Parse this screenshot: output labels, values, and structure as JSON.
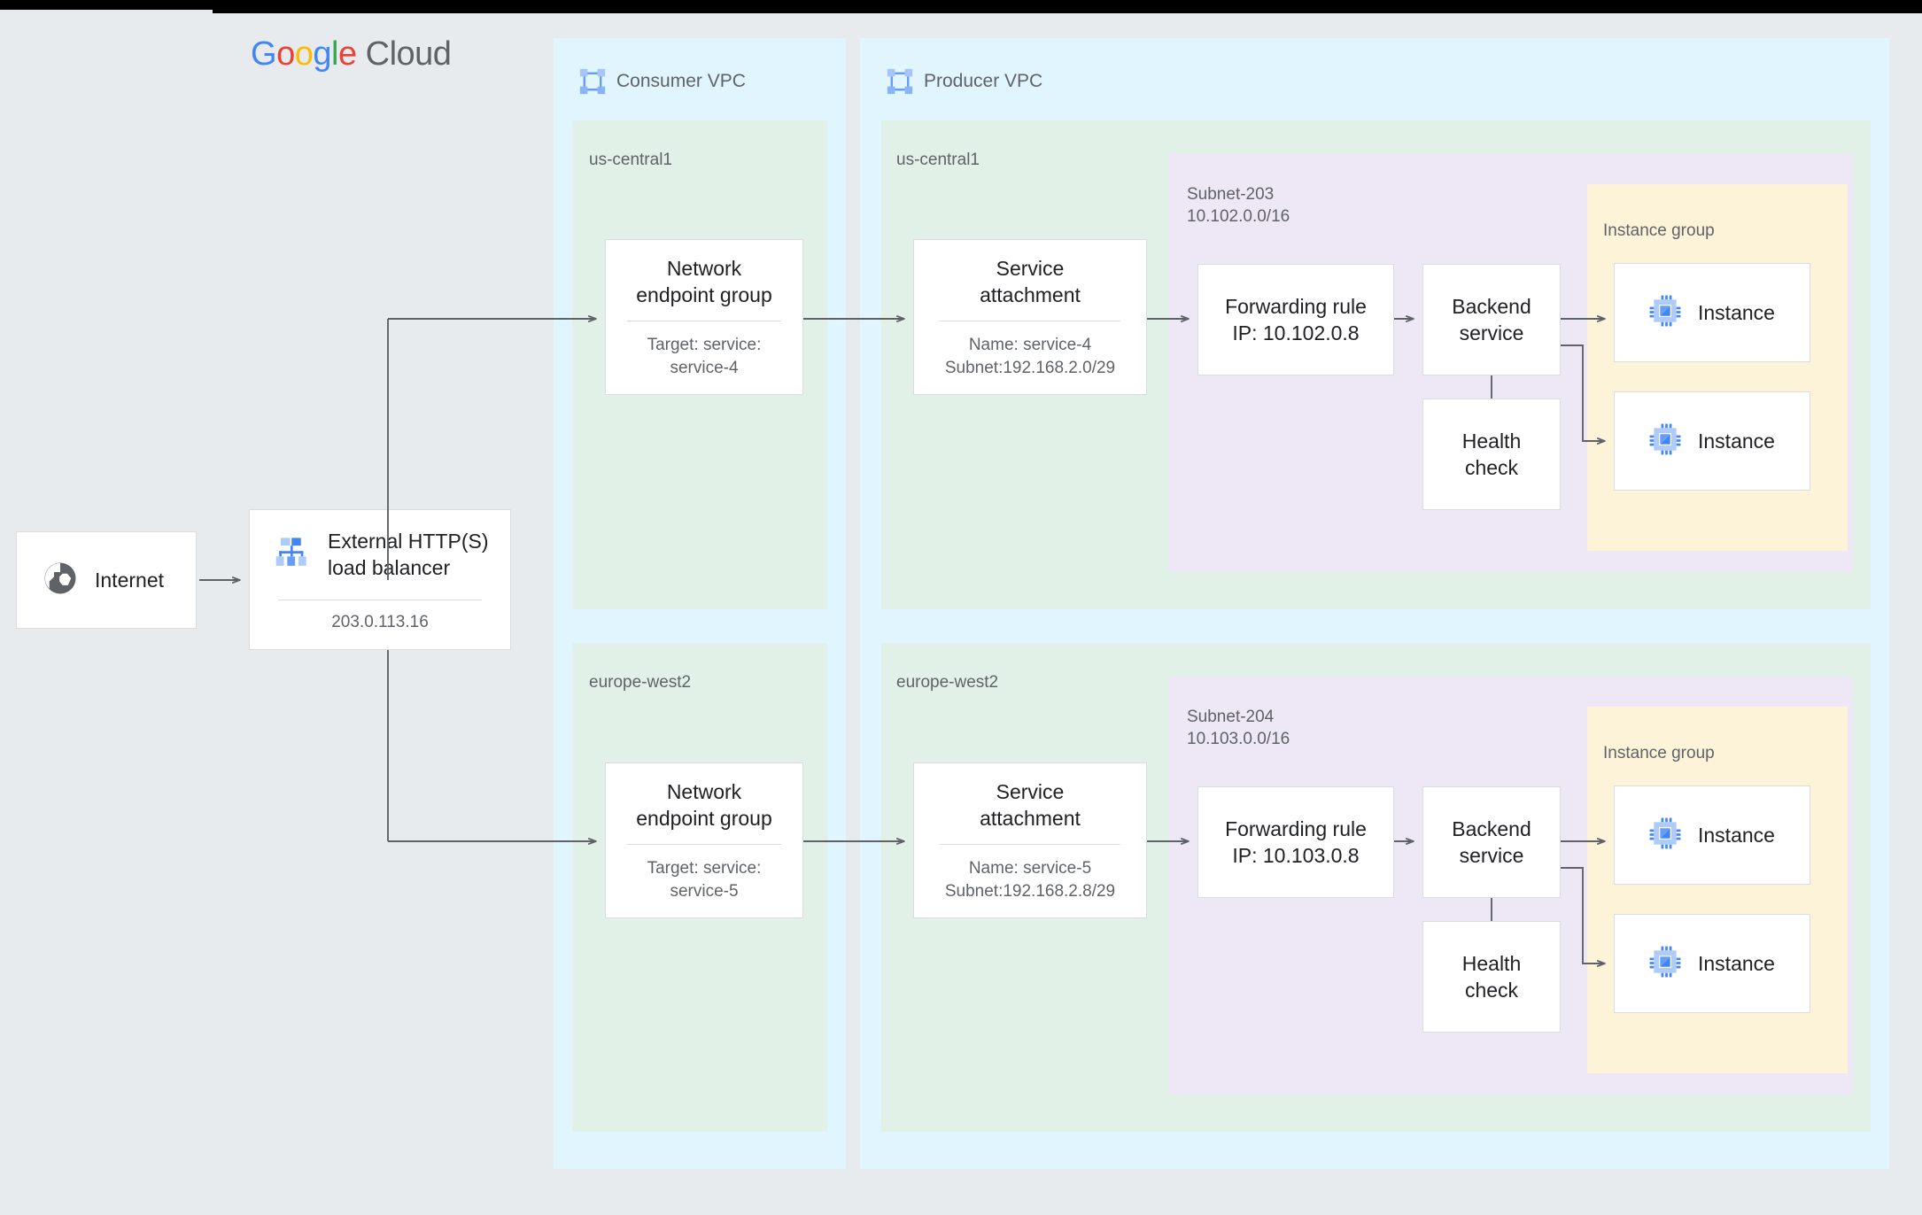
{
  "brand": {
    "logo_parts": [
      {
        "t": "G",
        "c": "#4285f4"
      },
      {
        "t": "o",
        "c": "#ea4335"
      },
      {
        "t": "o",
        "c": "#fbbc05"
      },
      {
        "t": "g",
        "c": "#4285f4"
      },
      {
        "t": "l",
        "c": "#34a853"
      },
      {
        "t": "e",
        "c": "#ea4335"
      }
    ],
    "logo_google": "Google",
    "logo_cloud": "Cloud"
  },
  "colors": {
    "page_background": "#e8ebed",
    "vpc_panel": "#e1f5fe",
    "region_panel": "#e2f1e7",
    "subnet_panel": "#ede7f6",
    "instance_group_panel": "#fdf3d9",
    "card_background": "#ffffff",
    "card_border": "#dadce0",
    "connector": "#5f6368",
    "text_primary": "#202124",
    "text_secondary": "#5f6368",
    "icon_blue": "#669df6",
    "icon_blue_dark": "#4285f4",
    "icon_grey": "#5f6368"
  },
  "internet": {
    "label": "Internet",
    "icon": "globe-icon"
  },
  "load_balancer": {
    "title": "External HTTP(S)\nload balancer",
    "ip": "203.0.113.16",
    "icon": "load-balancer-icon"
  },
  "consumer_vpc": {
    "label": "Consumer VPC",
    "icon": "vpc-icon",
    "regions": [
      {
        "name": "us-central1",
        "neg": {
          "title": "Network\nendpoint group",
          "sub": "Target: service:\nservice-4"
        }
      },
      {
        "name": "europe-west2",
        "neg": {
          "title": "Network\nendpoint group",
          "sub": "Target: service:\nservice-5"
        }
      }
    ]
  },
  "producer_vpc": {
    "label": "Producer VPC",
    "icon": "vpc-icon",
    "regions": [
      {
        "name": "us-central1",
        "service_attachment": {
          "title": "Service\nattachment",
          "sub": "Name: service-4\nSubnet:192.168.2.0/29"
        },
        "subnet": {
          "label": "Subnet-203\n10.102.0.0/16",
          "forwarding_rule": {
            "title": "Forwarding rule\nIP: 10.102.0.8"
          },
          "backend_service": {
            "title": "Backend\nservice"
          },
          "health_check": {
            "title": "Health\ncheck"
          },
          "instance_group": {
            "label": "Instance group",
            "instances": [
              {
                "label": "Instance",
                "icon": "vm-instance-icon"
              },
              {
                "label": "Instance",
                "icon": "vm-instance-icon"
              }
            ]
          }
        }
      },
      {
        "name": "europe-west2",
        "service_attachment": {
          "title": "Service\nattachment",
          "sub": "Name: service-5\nSubnet:192.168.2.8/29"
        },
        "subnet": {
          "label": "Subnet-204\n10.103.0.0/16",
          "forwarding_rule": {
            "title": "Forwarding rule\nIP: 10.103.0.8"
          },
          "backend_service": {
            "title": "Backend\nservice"
          },
          "health_check": {
            "title": "Health\ncheck"
          },
          "instance_group": {
            "label": "Instance group",
            "instances": [
              {
                "label": "Instance",
                "icon": "vm-instance-icon"
              },
              {
                "label": "Instance",
                "icon": "vm-instance-icon"
              }
            ]
          }
        }
      }
    ]
  }
}
